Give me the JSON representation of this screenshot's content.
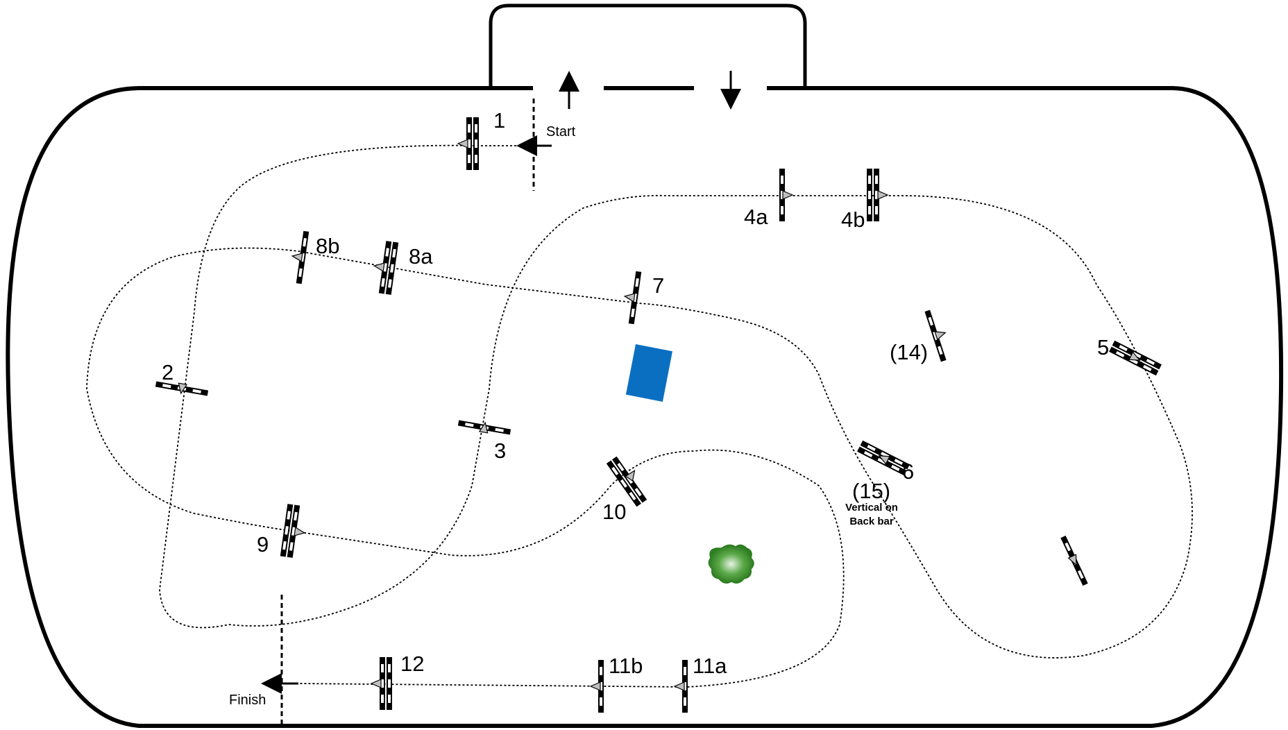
{
  "labels": {
    "start": "Start",
    "finish": "Finish",
    "vertical_note_line1": "Vertical on",
    "vertical_note_line2": "Back bar"
  },
  "jumps": [
    {
      "id": "j1",
      "label": "1",
      "type": "oxer"
    },
    {
      "id": "j2",
      "label": "2",
      "type": "vertical"
    },
    {
      "id": "j3",
      "label": "3",
      "type": "vertical"
    },
    {
      "id": "j4a",
      "label": "4a",
      "type": "vertical"
    },
    {
      "id": "j4b",
      "label": "4b",
      "type": "oxer"
    },
    {
      "id": "j5",
      "label": "5",
      "type": "oxer"
    },
    {
      "id": "j6",
      "label": "6",
      "type": "oxer"
    },
    {
      "id": "j7",
      "label": "7",
      "type": "vertical"
    },
    {
      "id": "j8a",
      "label": "8a",
      "type": "oxer"
    },
    {
      "id": "j8b",
      "label": "8b",
      "type": "vertical"
    },
    {
      "id": "j9",
      "label": "9",
      "type": "oxer"
    },
    {
      "id": "j10",
      "label": "10",
      "type": "oxer"
    },
    {
      "id": "j11a",
      "label": "11a",
      "type": "vertical"
    },
    {
      "id": "j11b",
      "label": "11b",
      "type": "vertical"
    },
    {
      "id": "j12",
      "label": "12",
      "type": "oxer"
    },
    {
      "id": "j14",
      "label": "(14)",
      "type": "vertical"
    },
    {
      "id": "j15",
      "label": "(15)",
      "type": "vertical"
    },
    {
      "id": "j13",
      "label": "",
      "type": "vertical"
    }
  ],
  "colors": {
    "arena_border": "#000000",
    "water_tray": "#0b6fc1",
    "shrub": "#3b8f2f",
    "route": "#000000"
  },
  "icons": {
    "water_tray": "blue-rectangle-obstacle",
    "shrub": "green-shrub-decoration"
  }
}
